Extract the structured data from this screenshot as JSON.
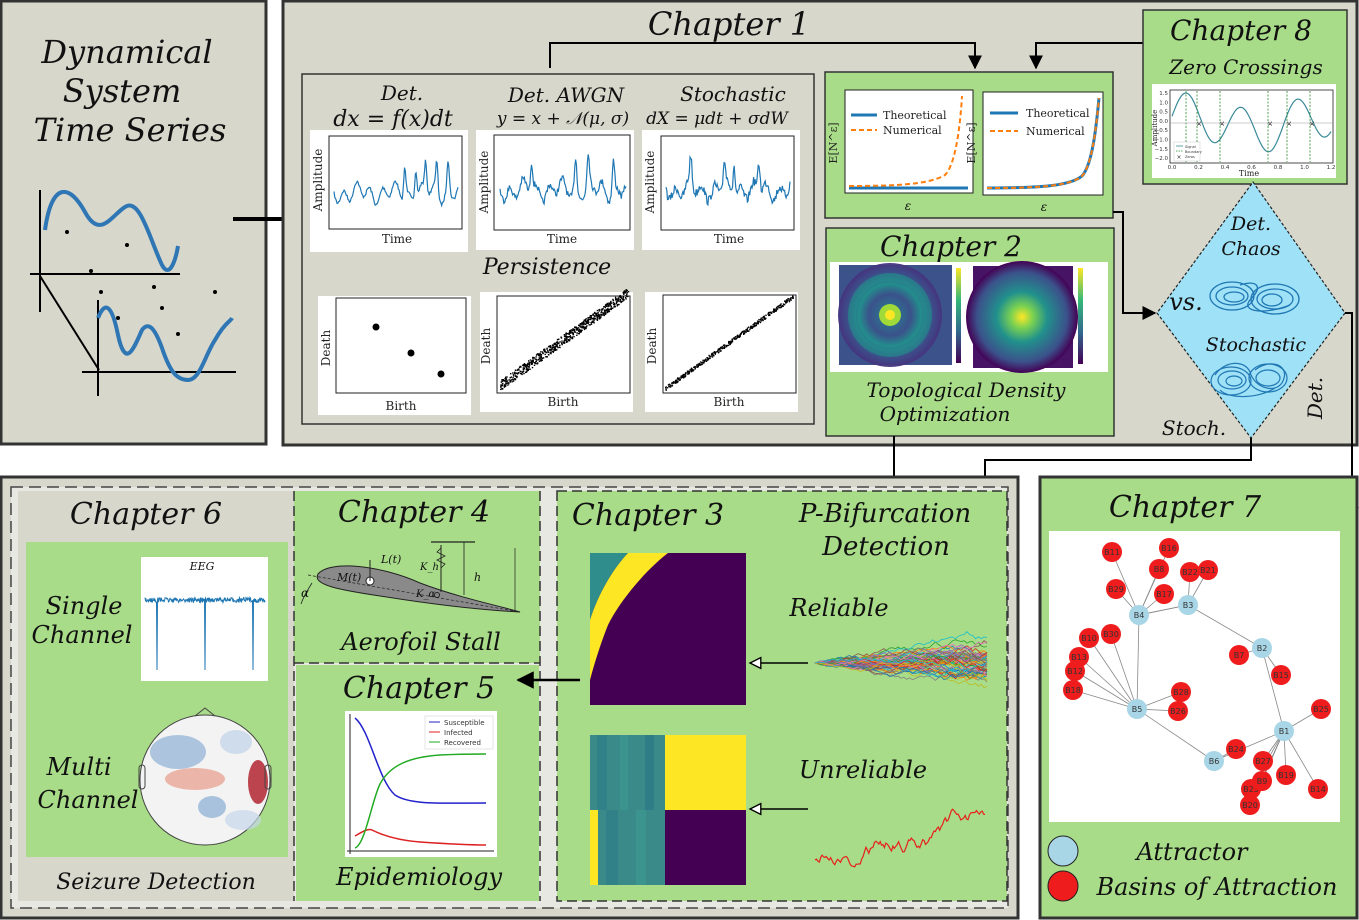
{
  "intro": {
    "line1": "Dynamical",
    "line2": "System",
    "line3": "Time Series"
  },
  "ch1": {
    "title": "Chapter 1",
    "panels": [
      {
        "title": "Det.",
        "eq": "dx = f(x)dt"
      },
      {
        "title": "Det. AWGN",
        "eq": "y = x + 𝒩(μ, σ)"
      },
      {
        "title": "Stochastic",
        "eq": "dX = μdt + σdW"
      }
    ],
    "amp_label": "Amplitude",
    "time_label": "Time",
    "persistence": "Persistence",
    "death_label": "Death",
    "birth_label": "Birth",
    "legend_theoretical": "Theoretical",
    "legend_numerical": "Numerical",
    "en_label": "E[N^ε]",
    "eps_label": "ε"
  },
  "ch8": {
    "title": "Chapter 8",
    "subtitle": "Zero Crossings",
    "xlabel": "Time",
    "ylabel": "Amplitude",
    "xticks": [
      "0.0",
      "0.2",
      "0.4",
      "0.6",
      "0.8",
      "1.0",
      "1.2"
    ],
    "yticks": [
      "1.5",
      "1.0",
      "0.5",
      "0.0",
      "−0.5",
      "−1.0",
      "−1.5",
      "−2.0"
    ],
    "legend": [
      "Signal",
      "Boundary",
      "Zeros"
    ]
  },
  "ch2": {
    "title": "Chapter 2",
    "caption1": "Topological Density",
    "caption2": "Optimization"
  },
  "chaos": {
    "det_chaos1": "Det.",
    "det_chaos2": "Chaos",
    "vs": "vs.",
    "stochastic": "Stochastic",
    "stoch": "Stoch.",
    "det": "Det."
  },
  "ch6": {
    "title": "Chapter 6",
    "single1": "Single",
    "single2": "Channel",
    "eeg": "EEG",
    "multi1": "Multi",
    "multi2": "Channel",
    "caption": "Seizure Detection"
  },
  "ch4": {
    "title": "Chapter 4",
    "caption": "Aerofoil Stall",
    "L": "L(t)",
    "M": "M(t)",
    "Kh": "K_h",
    "Ka": "K_α",
    "h": "h",
    "alpha": "α"
  },
  "ch5": {
    "title": "Chapter 5",
    "caption": "Epidemiology",
    "legend": [
      "Susceptible",
      "Infected",
      "Recovered"
    ]
  },
  "ch3": {
    "title": "Chapter 3",
    "heading1": "P-Bifurcation",
    "heading2": "Detection",
    "reliable": "Reliable",
    "unreliable": "Unreliable"
  },
  "ch7": {
    "title": "Chapter 7",
    "legend_attractor": "Attractor",
    "legend_basins": "Basins of Attraction",
    "attractors": [
      "B1",
      "B2",
      "B3",
      "B4",
      "B5",
      "B6"
    ],
    "basins": [
      "B11",
      "B16",
      "B8",
      "B22",
      "B21",
      "B29",
      "B17",
      "B30",
      "B10",
      "B13",
      "B7",
      "B12",
      "B18",
      "B28",
      "B26",
      "B24",
      "B27",
      "B15",
      "B25",
      "B14",
      "B19",
      "B23",
      "B20",
      "B9"
    ]
  },
  "colors": {
    "panel_green": "#a8dc88",
    "frame_grey": "#d7d7cc",
    "chaos_blue": "#9fe1f6",
    "line_blue": "#1f77b4",
    "numerical_orange": "#ff7f0e",
    "attractor_blue": "#a8d6e6",
    "basin_red": "#ee1c1c",
    "viridis_purple": "#440154",
    "viridis_yellow": "#fde725",
    "viridis_teal": "#3b8b8c"
  }
}
